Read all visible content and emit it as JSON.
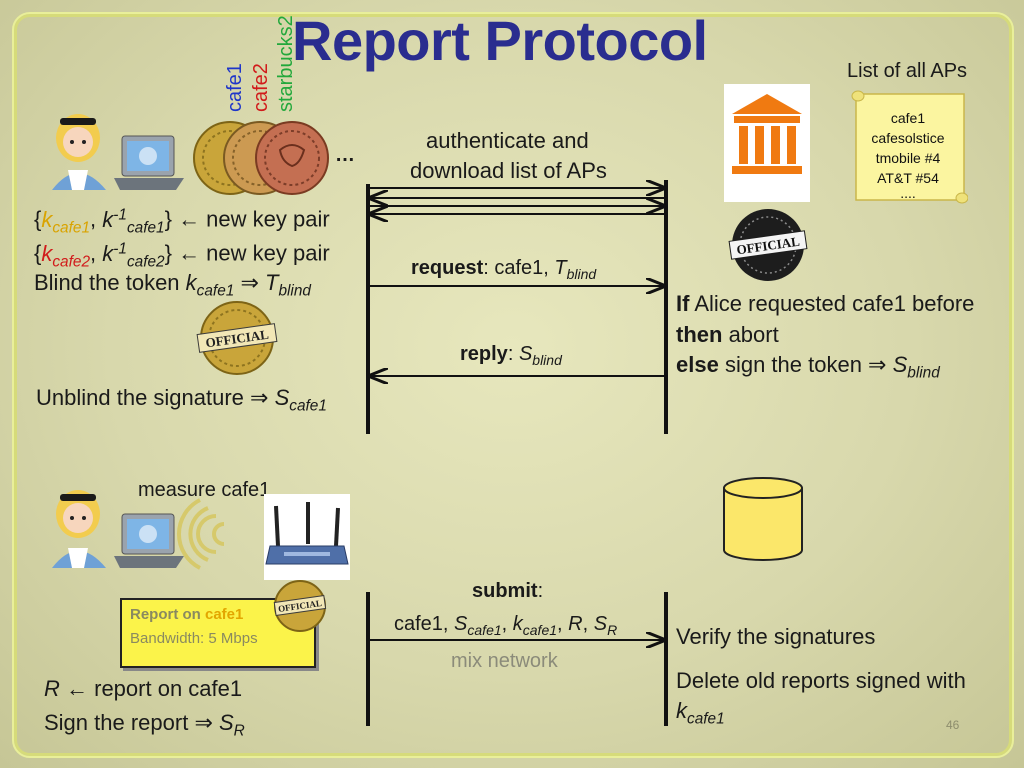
{
  "title": "Report Protocol",
  "vertical_labels": {
    "cafe1": "cafe1",
    "cafe2": "cafe2",
    "starbucks2": "starbucks2"
  },
  "ellipsis": "…",
  "auth": {
    "line1": "authenticate and",
    "line2": "download list of APs"
  },
  "ap_list": {
    "title": "List of all APs",
    "items": [
      "cafe1",
      "cafesolstice",
      "tmobile #4",
      "AT&T #54",
      "...."
    ]
  },
  "left": {
    "keypair_suffix": " ← new key pair",
    "keypair1": {
      "k_sub": "cafe1",
      "kinv_sub": "cafe1"
    },
    "keypair2": {
      "k_sub": "cafe2",
      "kinv_sub": "cafe2"
    },
    "blind_prefix": "Blind the token ",
    "blind_k_sub": "cafe1",
    "blind_T_sub": "blind",
    "unblind_prefix": "Unblind the signature ",
    "unblind_sub": "cafe1"
  },
  "request": {
    "bold": "request",
    "text": ": cafe1, ",
    "sub": "blind"
  },
  "reply": {
    "bold": "reply",
    "text": ": ",
    "sub": "blind"
  },
  "right": {
    "if_bold": "If",
    "if_text": " Alice requested cafe1 before",
    "then_bold": "then",
    "then_text": " abort",
    "else_bold": "else",
    "else_text": " sign the token ",
    "else_sub": "blind",
    "verify": "Verify the signatures",
    "delete_line1": "Delete old reports signed with",
    "delete_sub": "cafe1"
  },
  "measure": "measure cafe1",
  "note": {
    "report_on": "Report on ",
    "report_ap": "cafe1",
    "bandwidth": "Bandwidth: 5 Mbps"
  },
  "submit": {
    "label": "submit",
    "colon": ":",
    "sub_s": "cafe1",
    "sub_k": "cafe1",
    "sub_r": "R"
  },
  "mix_network": "mix network",
  "report_line": "report on cafe1",
  "sign_report": "Sign the report ",
  "sign_sub": "R",
  "token_text": "OFFICIAL",
  "page_number": "46",
  "colors": {
    "title": "#2a2d8f",
    "cafe1": "#1f36c9",
    "cafe2": "#d11b1b",
    "starbucks2": "#22a83b",
    "k_cafe1": "#d9a300",
    "k_cafe2": "#d11b1b",
    "note_bg": "#fbf34a",
    "building": "#f07a11",
    "cylinder": "#fbe76a"
  }
}
